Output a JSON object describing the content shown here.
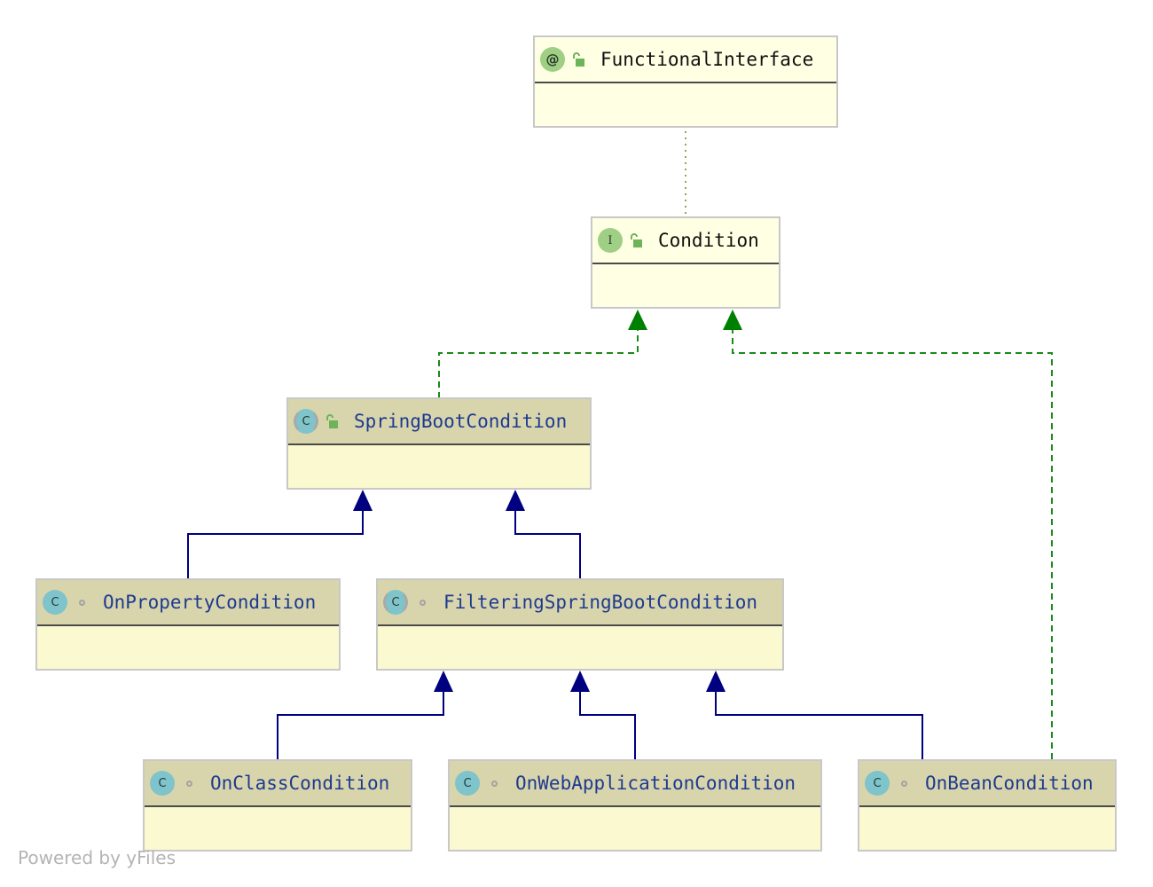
{
  "diagram": {
    "nodes": [
      {
        "id": "FunctionalInterface",
        "name": "FunctionalInterface",
        "kind": "annotation",
        "visibility": "public"
      },
      {
        "id": "Condition",
        "name": "Condition",
        "kind": "interface",
        "visibility": "public"
      },
      {
        "id": "SpringBootCondition",
        "name": "SpringBootCondition",
        "kind": "abstract-class",
        "visibility": "public"
      },
      {
        "id": "OnPropertyCondition",
        "name": "OnPropertyCondition",
        "kind": "class",
        "visibility": "package-private"
      },
      {
        "id": "FilteringSpringBootCondition",
        "name": "FilteringSpringBootCondition",
        "kind": "abstract-class",
        "visibility": "package-private"
      },
      {
        "id": "OnClassCondition",
        "name": "OnClassCondition",
        "kind": "class",
        "visibility": "package-private"
      },
      {
        "id": "OnWebApplicationCondition",
        "name": "OnWebApplicationCondition",
        "kind": "class",
        "visibility": "package-private"
      },
      {
        "id": "OnBeanCondition",
        "name": "OnBeanCondition",
        "kind": "class",
        "visibility": "package-private"
      }
    ],
    "edges": [
      {
        "from": "Condition",
        "to": "FunctionalInterface",
        "type": "annotated-by"
      },
      {
        "from": "SpringBootCondition",
        "to": "Condition",
        "type": "implements"
      },
      {
        "from": "OnBeanCondition",
        "to": "Condition",
        "type": "implements"
      },
      {
        "from": "OnPropertyCondition",
        "to": "SpringBootCondition",
        "type": "extends"
      },
      {
        "from": "FilteringSpringBootCondition",
        "to": "SpringBootCondition",
        "type": "extends"
      },
      {
        "from": "OnClassCondition",
        "to": "FilteringSpringBootCondition",
        "type": "extends"
      },
      {
        "from": "OnWebApplicationCondition",
        "to": "FilteringSpringBootCondition",
        "type": "extends"
      },
      {
        "from": "OnBeanCondition",
        "to": "FilteringSpringBootCondition",
        "type": "extends"
      }
    ],
    "colors": {
      "extends_edge": "#000080",
      "implements_edge": "#1a8a1a",
      "implements_arrow": "#008000",
      "annotation_edge": "#a0a050",
      "interface_fill": "#ffffe4",
      "class_header": "#d8d5ac",
      "class_body": "#fbf9d0",
      "class_name_text": "#1e3a8f"
    }
  },
  "watermark": "Powered by yFiles"
}
